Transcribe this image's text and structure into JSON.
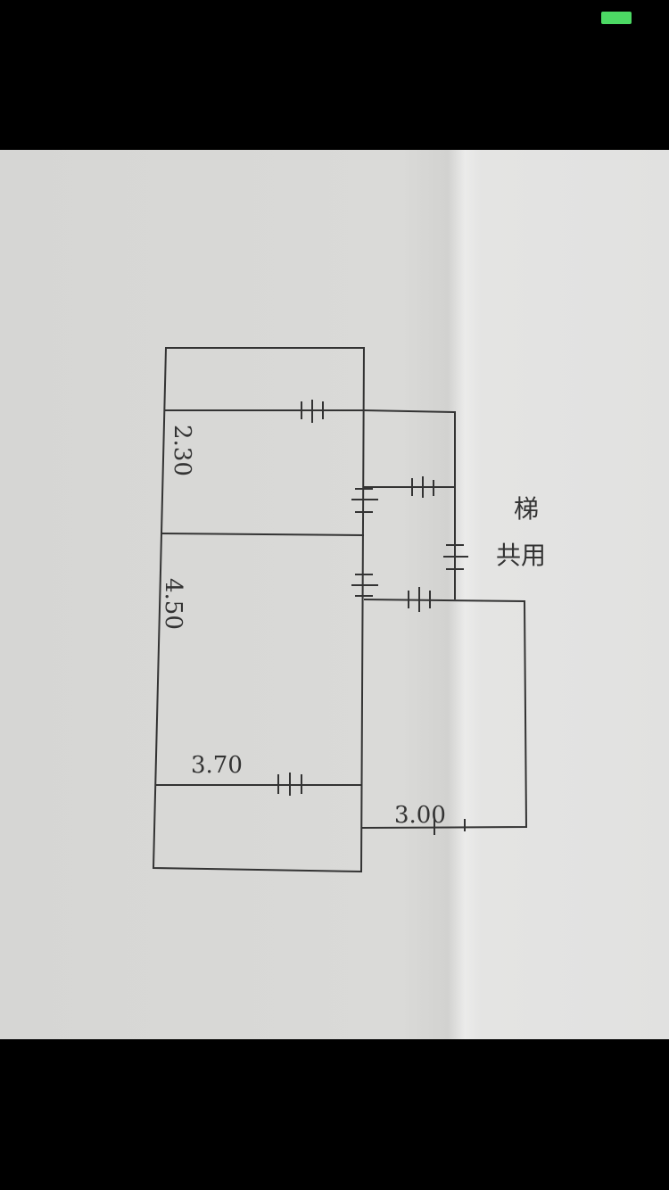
{
  "status_bar": {
    "battery_icon": "battery-icon",
    "battery_color": "#4cd964"
  },
  "floor_plan": {
    "dimensions": [
      "2.30",
      "4.50",
      "3.70",
      "3.00"
    ],
    "stair_label": "梯",
    "shared_label": "共用"
  }
}
